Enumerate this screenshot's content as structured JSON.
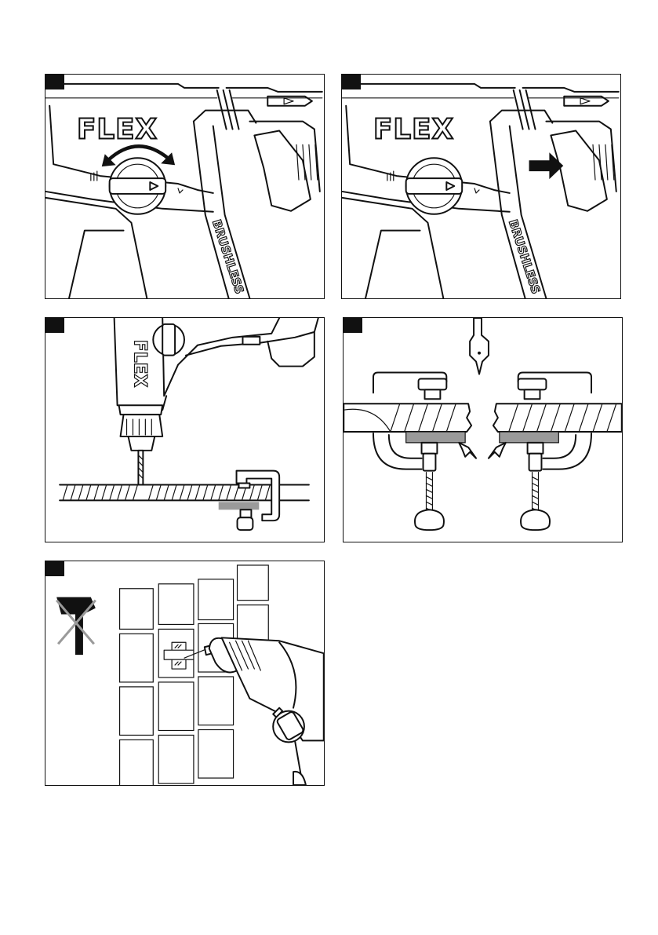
{
  "brand": {
    "name": "FLEX",
    "series": "BRUSHLESS"
  },
  "colors": {
    "line": "#111111",
    "clamp_pad": "#9a9a9a",
    "cross_out": "#9a9a9a",
    "background": "#ffffff"
  },
  "figures": [
    {
      "id": "fig-1",
      "icon": "mode-selector-rotate-icon"
    },
    {
      "id": "fig-2",
      "icon": "side-handle-push-icon"
    },
    {
      "id": "fig-3",
      "icon": "drill-through-board-icon"
    },
    {
      "id": "fig-4",
      "icon": "spade-bit-clamped-boards-icon"
    },
    {
      "id": "fig-5",
      "icon": "tile-drilling-no-hammer-icon"
    }
  ]
}
